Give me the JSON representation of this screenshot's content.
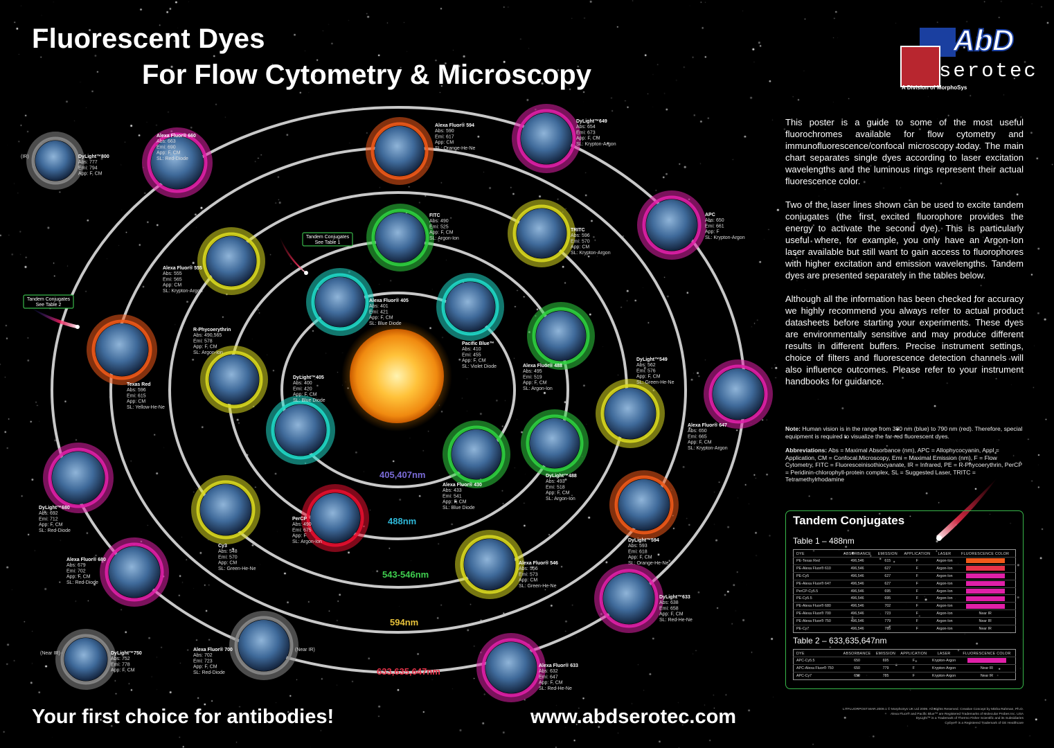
{
  "title_line1": "Fluorescent Dyes",
  "title_line2": "For Flow Cytometry & Microscopy",
  "logo": {
    "abd": "AbD",
    "serotec": "serotec",
    "division": "A Division of MorphoSys"
  },
  "description": [
    "This poster is a guide to some of the most useful fluorochromes available for flow cytometry and immunofluorescence/confocal microscopy today. The main chart separates single dyes according to laser excitation wavelengths and the luminous rings represent their actual fluorescence color.",
    "Two of the laser lines shown can be used to excite tandem conjugates (the first excited fluorophore provides the energy to activate the second dye). This is particularly useful where, for example, you only have an Argon-Ion laser available but still want to gain access to fluorophores with higher excitation and emission wavelengths. Tandem dyes are presented separately in the tables below.",
    "Although all the information has been checked for accuracy we highly recommend you always refer to actual product datasheets before starting your experiments. These dyes are environmentally sensitive and may produce different results in different buffers. Precise instrument settings, choice of filters and fluorescence detection channels will also influence outcomes. Please refer to your instrument handbooks for guidance."
  ],
  "note_label": "Note:",
  "note_text": " Human vision is in the range from 380 nm (blue) to 790 nm (red). Therefore, special equipment is required to visualize the far-red fluorescent dyes.",
  "abbr_label": "Abbreviations:",
  "abbr_text": " Abs = Maximal Absorbance (nm), APC = Allophycocyanin, Appl = Application, CM = Confocal Microscopy, Emi = Maximal Emission (nm), F = Flow Cytometry, FITC = Fluoresceinisothiocyanate, IR = Infrared, PE = R-Phycoerythrin, PerCP = Peridinin-chlorophyll-protein complex, SL = Suggested Laser, TRITC = Tetramethylrhodamine",
  "ring_labels": [
    {
      "text": "405,407nm",
      "color": "#7a6bd8"
    },
    {
      "text": "488nm",
      "color": "#2fb8d8"
    },
    {
      "text": "543-546nm",
      "color": "#3fcf4f"
    },
    {
      "text": "594nm",
      "color": "#e8c23a"
    },
    {
      "text": "633,635,647nm",
      "color": "#e8334a"
    }
  ],
  "callouts": [
    {
      "line1": "Tandem Conjugates",
      "line2": "See Table 1"
    },
    {
      "line1": "Tandem Conjugates",
      "line2": "See Table 2"
    }
  ],
  "side_labels": [
    "(IR)",
    "(Near IR)",
    "(Near IR)"
  ],
  "dyes": [
    {
      "name": "DyLight™800",
      "lines": [
        "Abs: 777",
        "Emi: 794",
        "App: F, CM"
      ],
      "glow": "#8a8a8a"
    },
    {
      "name": "Alexa Fluor® 660",
      "lines": [
        "Abs: 663",
        "Emi: 690",
        "App: F, CM",
        "SL: Red-Diode"
      ],
      "glow": "#e020a8"
    },
    {
      "name": "Alexa Fluor® 594",
      "lines": [
        "Abs: 590",
        "Emi: 617",
        "App: CM",
        "SL: Orange-He-Ne"
      ],
      "glow": "#f05a1a"
    },
    {
      "name": "DyLight™649",
      "lines": [
        "Abs: 654",
        "Emi: 673",
        "App: F, CM",
        "SL: Krypton-Argon"
      ],
      "glow": "#e020a8"
    },
    {
      "name": "APC",
      "lines": [
        "Abs: 650",
        "Emi: 661",
        "App: F",
        "SL: Krypton-Argon"
      ],
      "glow": "#e020a8"
    },
    {
      "name": "FITC",
      "lines": [
        "Abs: 490",
        "Emi: 525",
        "App: F, CM",
        "SL: Argon-Ion"
      ],
      "glow": "#2fd040"
    },
    {
      "name": "TRITC",
      "lines": [
        "Abs: 596",
        "Emi: 570",
        "App: CM",
        "SL: Krypton-Argon"
      ],
      "glow": "#d8d820"
    },
    {
      "name": "Alexa Fluor® 555",
      "lines": [
        "Abs: 555",
        "Emi: 565",
        "App: CM",
        "SL: Krypton-Argon"
      ],
      "glow": "#d8d820"
    },
    {
      "name": "Alexa Fluor® 405",
      "lines": [
        "Abs: 401",
        "Emi: 421",
        "App: F, CM",
        "SL: Blue Diode"
      ],
      "glow": "#20d8c8"
    },
    {
      "name": "Pacific Blue™",
      "lines": [
        "Abs: 410",
        "Emi: 455",
        "App: F, CM",
        "SL: Violet Diode"
      ],
      "glow": "#20d8c8"
    },
    {
      "name": "Alexa Fluor® 488",
      "lines": [
        "Abs: 495",
        "Emi: 519",
        "App: F, CM",
        "SL: Argon-Ion"
      ],
      "glow": "#2fd040"
    },
    {
      "name": "DyLight™549",
      "lines": [
        "Abs: 562",
        "Emi: 576",
        "App: F, CM",
        "SL: Green-He-Ne"
      ],
      "glow": "#d8d820"
    },
    {
      "name": "Alexa Fluor® 647",
      "lines": [
        "Abs: 650",
        "Emi: 665",
        "App: F, CM",
        "SL: Krypton-Argon"
      ],
      "glow": "#e020a8"
    },
    {
      "name": "R-Phycoerythrin",
      "lines": [
        "Abs: 490,565",
        "Emi: 578",
        "App: F, CM",
        "SL: Argon-Ion"
      ],
      "glow": "#d8d820"
    },
    {
      "name": "Texas Red",
      "lines": [
        "Abs: 596",
        "Emi: 615",
        "App: CM",
        "SL: Yellow-He-Ne"
      ],
      "glow": "#f05a1a"
    },
    {
      "name": "DyLight™405",
      "lines": [
        "Abs: 400",
        "Emi: 420",
        "App: F, CM",
        "SL: Blue Diode"
      ],
      "glow": "#20d8c8"
    },
    {
      "name": "Alexa Fluor® 430",
      "lines": [
        "Abs: 433",
        "Emi: 541",
        "App: F, CM",
        "SL: Blue Diode"
      ],
      "glow": "#2fd040"
    },
    {
      "name": "DyLight™488",
      "lines": [
        "Abs: 493",
        "Emi: 518",
        "App: F, CM",
        "SL: Argon-Ion"
      ],
      "glow": "#2fd040"
    },
    {
      "name": "DyLight™680",
      "lines": [
        "Abs: 692",
        "Emi: 712",
        "App: F, CM",
        "SL: Red-Diode"
      ],
      "glow": "#e020a8"
    },
    {
      "name": "Cy3",
      "lines": [
        "Abs: 548",
        "Emi: 570",
        "App: CM",
        "SL: Green-He-Ne"
      ],
      "glow": "#d8d820"
    },
    {
      "name": "PerCP",
      "lines": [
        "Abs: 490",
        "Emi: 675",
        "App: F",
        "SL: Argon-Ion"
      ],
      "glow": "#e81030"
    },
    {
      "name": "Alexa Fluor® 546",
      "lines": [
        "Abs: 556",
        "Emi: 573",
        "App: CM",
        "SL: Green-He-Ne"
      ],
      "glow": "#d8d820"
    },
    {
      "name": "DyLight™594",
      "lines": [
        "Abs: 593",
        "Emi: 618",
        "App: F, CM",
        "SL: Orange-He-Ne"
      ],
      "glow": "#f05a1a"
    },
    {
      "name": "Alexa Fluor® 680",
      "lines": [
        "Abs: 679",
        "Emi: 702",
        "App: F, CM",
        "SL: Red-Diode"
      ],
      "glow": "#e020a8"
    },
    {
      "name": "DyLight™633",
      "lines": [
        "Abs: 638",
        "Emi: 658",
        "App: F, CM",
        "SL: Red-He-Ne"
      ],
      "glow": "#e020a8"
    },
    {
      "name": "DyLight™750",
      "lines": [
        "Abs: 752",
        "Emi: 778",
        "App: F, CM"
      ],
      "glow": "#8a8a8a"
    },
    {
      "name": "Alexa Fluor® 700",
      "lines": [
        "Abs: 702",
        "Emi: 723",
        "App: F, CM",
        "SL: Red-Diode"
      ],
      "glow": "#8a8a8a"
    },
    {
      "name": "Alexa Fluor® 633",
      "lines": [
        "Abs: 632",
        "Emi: 647",
        "App: F, CM",
        "SL: Red-He-Ne"
      ],
      "glow": "#e020a8"
    }
  ],
  "tandem": {
    "heading": "Tandem Conjugates",
    "table1_title": "Table 1 – 488nm",
    "table2_title": "Table 2 – 633,635,647nm",
    "columns": [
      "DYE",
      "ABSORBANCE",
      "EMISSION",
      "APPLICATION",
      "LASER",
      "FLUORESCENCE COLOR"
    ],
    "table1_rows": [
      [
        "PE-Texas Red",
        "496,546",
        "615",
        "F",
        "Argon-Ion",
        "",
        "#f05a1a"
      ],
      [
        "PE-Alexa Fluor® 610",
        "496,546",
        "627",
        "F",
        "Argon-Ion",
        "",
        "#e8334a"
      ],
      [
        "PE-Cy5",
        "496,546",
        "627",
        "F",
        "Argon-Ion",
        "",
        "#e020a8"
      ],
      [
        "PE-Alexa Fluor® 647",
        "496,546",
        "627",
        "F",
        "Argon-Ion",
        "",
        "#e020a8"
      ],
      [
        "PerCP-Cy5.5",
        "496,546",
        "695",
        "F",
        "Argon-Ion",
        "",
        "#e020a8"
      ],
      [
        "PE-Cy5.5",
        "496,546",
        "695",
        "F",
        "Argon-Ion",
        "",
        "#e020a8"
      ],
      [
        "PE-Alexa Fluor® 680",
        "496,546",
        "702",
        "F",
        "Argon-Ion",
        "",
        "#e020a8"
      ],
      [
        "PE-Alexa Fluor® 700",
        "496,546",
        "723",
        "F",
        "Argon-Ion",
        "Near IR",
        ""
      ],
      [
        "PE-Alexa Fluor® 750",
        "496,546",
        "779",
        "F",
        "Argon-Ion",
        "Near IR",
        ""
      ],
      [
        "PE-Cy7",
        "496,546",
        "785",
        "F",
        "Argon-Ion",
        "Near IR",
        ""
      ]
    ],
    "table2_rows": [
      [
        "APC-Cy5.5",
        "650",
        "695",
        "F",
        "Krypton-Argon",
        "",
        "#e020a8"
      ],
      [
        "APC-Alexa Fluor® 750",
        "650",
        "779",
        "F",
        "Krypton-Argon",
        "Near IR",
        ""
      ],
      [
        "APC-Cy7",
        "650",
        "785",
        "F",
        "Krypton-Argon",
        "Near IR",
        ""
      ]
    ]
  },
  "footer_left": "Your first choice for antibodies!",
  "footer_right": "www.abdserotec.com",
  "legal": [
    "LITFLUORPOST.MAR.2009.1 © MorphoSys UK Ltd 2009. All Rights Reserved. Creative Concept by Misha Rahman, Ph.D.",
    "Alexa Fluor® and Pacific Blue™ are Registered Trademarks of Molecular Probes Inc. USA",
    "DyLight™ is a Trademark of Thermo Fisher Scientific and its Subsidiaries",
    "CyDye® is a Registered Trademark of GE Healthcare"
  ]
}
